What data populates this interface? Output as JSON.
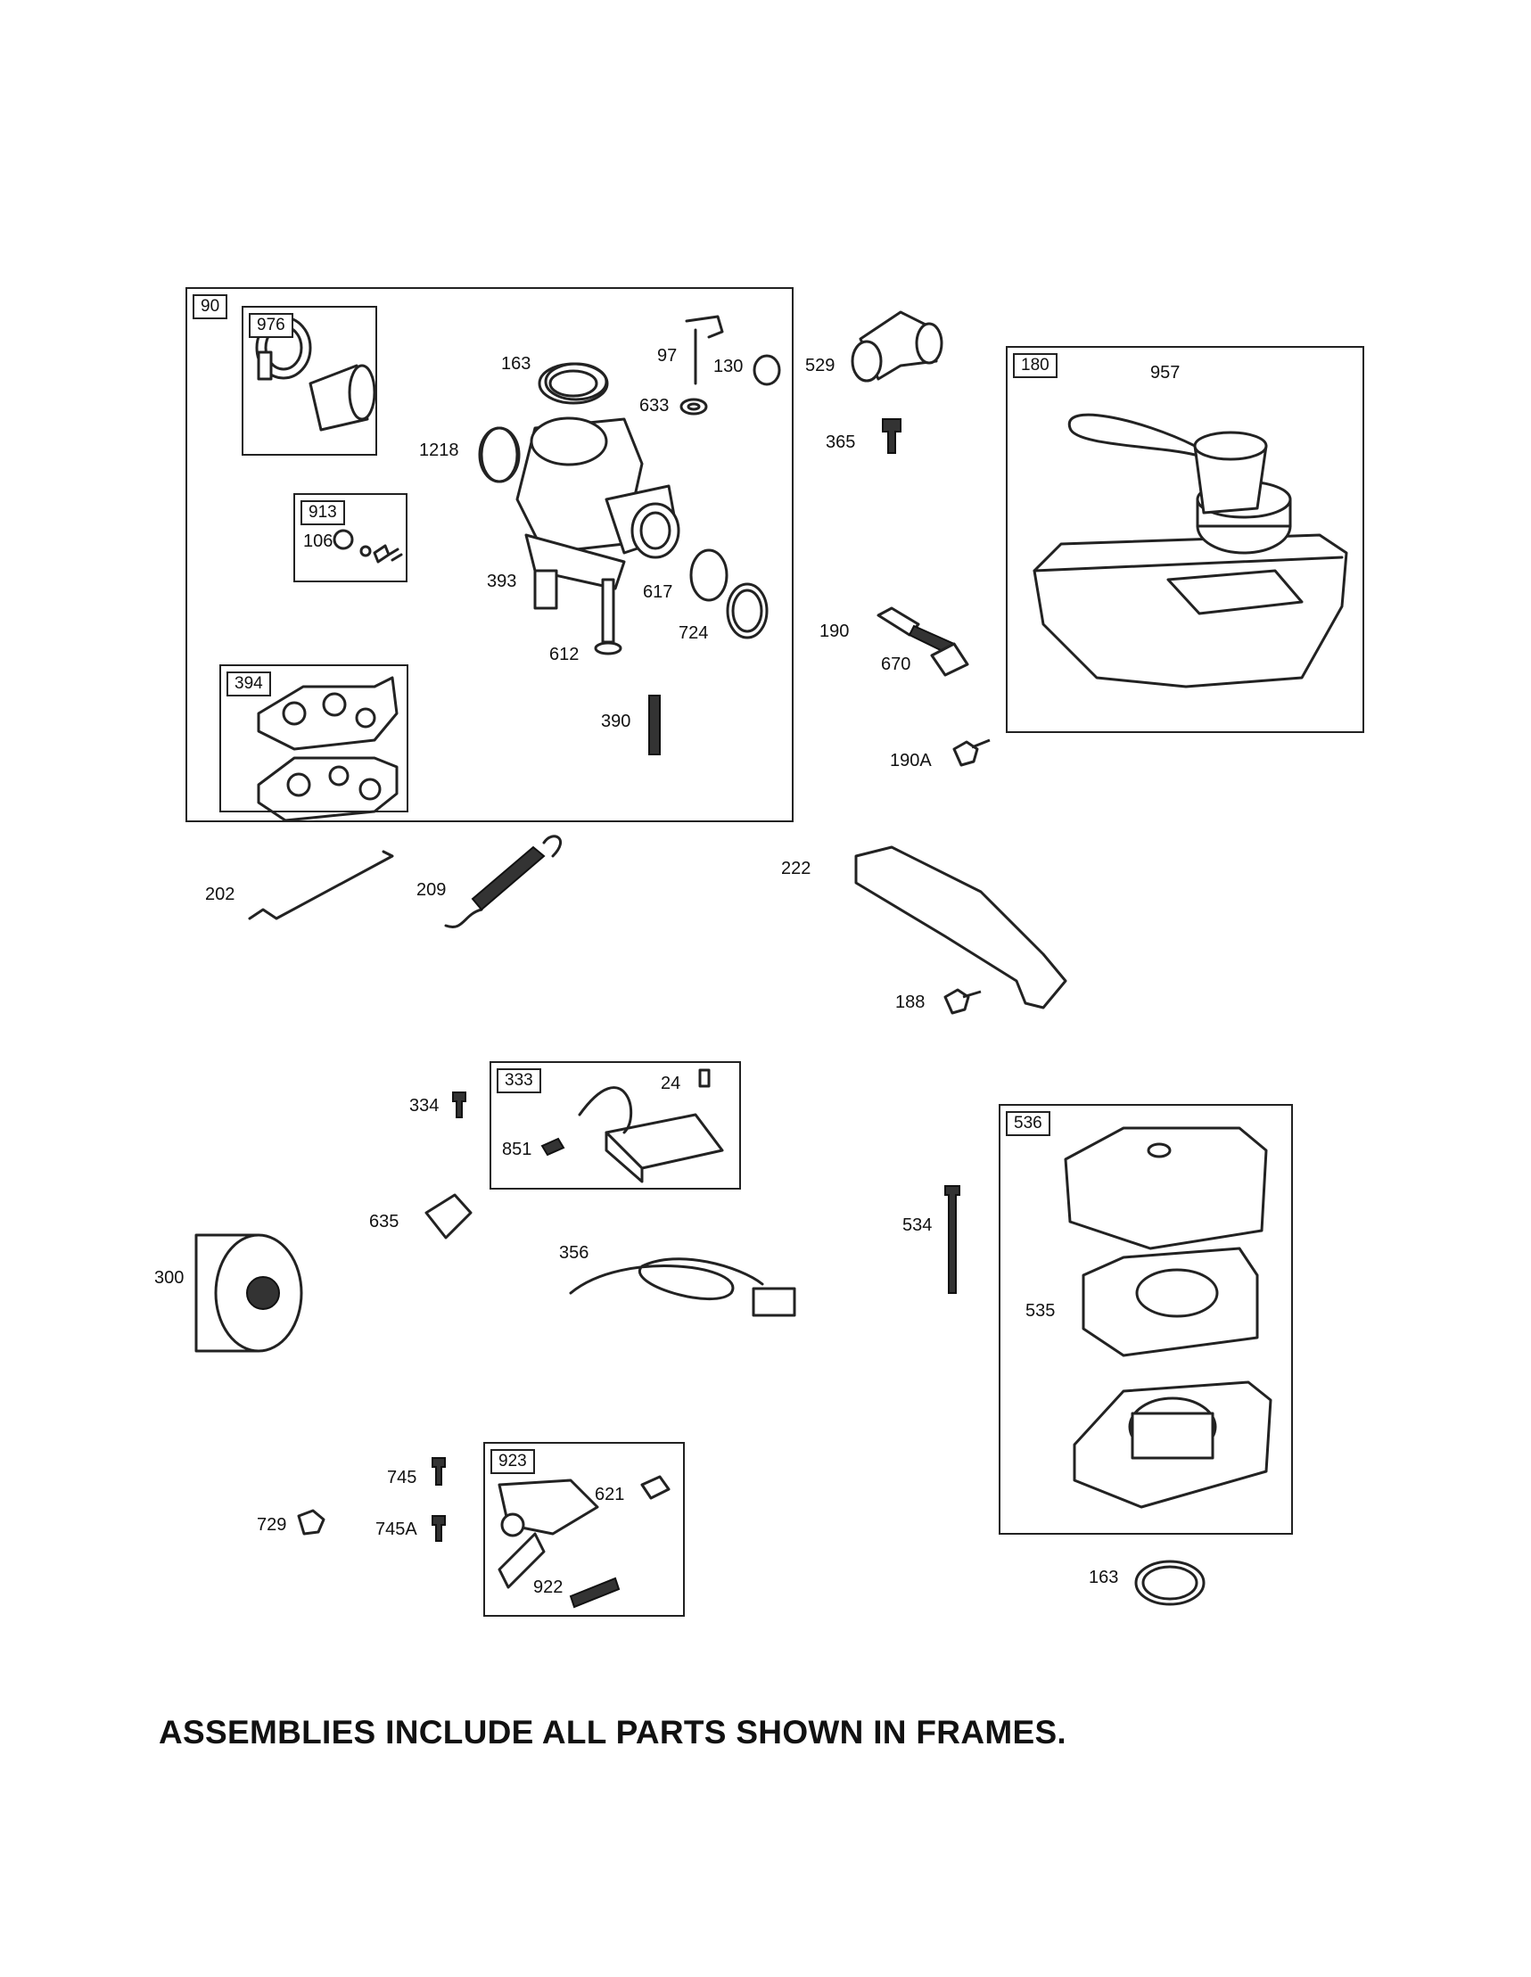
{
  "frames": {
    "f90": "90",
    "f976": "976",
    "f913": "913",
    "f394": "394",
    "f180": "180",
    "f333": "333",
    "f536": "536",
    "f923": "923"
  },
  "callouts": {
    "c97": "97",
    "c163a": "163",
    "c130": "130",
    "c633": "633",
    "c1218": "1218",
    "c106": "106",
    "c393": "393",
    "c617": "617",
    "c724": "724",
    "c612": "612",
    "c390": "390",
    "c529": "529",
    "c365": "365",
    "c957": "957",
    "c190": "190",
    "c670": "670",
    "c190A": "190A",
    "c202": "202",
    "c209": "209",
    "c222": "222",
    "c188": "188",
    "c334": "334",
    "c24": "24",
    "c851": "851",
    "c635": "635",
    "c356": "356",
    "c300": "300",
    "c534": "534",
    "c535": "535",
    "c745": "745",
    "c621": "621",
    "c729": "729",
    "c745A": "745A",
    "c922": "922",
    "c163b": "163"
  },
  "footer_note": "ASSEMBLIES INCLUDE ALL PARTS SHOWN IN FRAMES."
}
